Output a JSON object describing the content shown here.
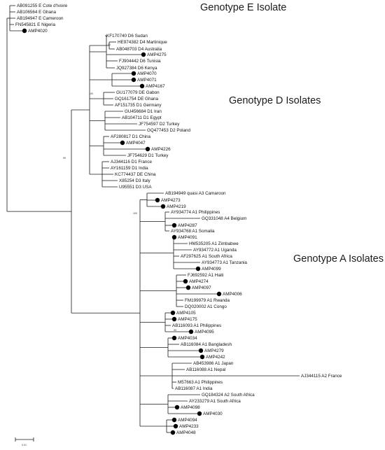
{
  "groups": {
    "genotype_e": "Genotype E Isolate",
    "genotype_d": "Genotype D Isolates",
    "genotype_a": "Genotype A Isolates"
  },
  "scale_label": "0.01",
  "bootstrap": {
    "n1": "90",
    "n2": "100",
    "n3": "99",
    "n4": "100",
    "n5": "99"
  },
  "colors": {
    "line": "#1a1a1a",
    "text": "#111111",
    "marker": "#000000"
  },
  "taxa": [
    {
      "label": "AB091255 E Cote d'Ivoire",
      "marked": false
    },
    {
      "label": "AB106564 E Ghana",
      "marked": false
    },
    {
      "label": "AB194947 E Cameroon",
      "marked": false
    },
    {
      "label": "FN545821 E Nigeria",
      "marked": false
    },
    {
      "label": "AMP4020",
      "marked": true
    },
    {
      "label": "KF170740 D6 Sudan",
      "marked": false
    },
    {
      "label": "HE974382 D4 Martinique",
      "marked": false
    },
    {
      "label": "AB048703 D4 Australia",
      "marked": false
    },
    {
      "label": "AMP4275",
      "marked": true
    },
    {
      "label": "FJ904442 D6 Tunisia",
      "marked": false
    },
    {
      "label": "JQ927384 D6 Kenya",
      "marked": false
    },
    {
      "label": "AMP4070",
      "marked": true
    },
    {
      "label": "AMP4071",
      "marked": true
    },
    {
      "label": "AMP4167",
      "marked": true
    },
    {
      "label": "GU177079 DE Gabon",
      "marked": false
    },
    {
      "label": "GQ161754 DE Ghana",
      "marked": false
    },
    {
      "label": "AF151735 D1 Germany",
      "marked": false
    },
    {
      "label": "GU456684 D1 Iran",
      "marked": false
    },
    {
      "label": "AB104711 D1 Egypt",
      "marked": false
    },
    {
      "label": "JF754597 D2 Turkey",
      "marked": false
    },
    {
      "label": "GQ477453 D2 Poland",
      "marked": false
    },
    {
      "label": "AF280817 D1 China",
      "marked": false
    },
    {
      "label": "AMP4047",
      "marked": true
    },
    {
      "label": "AMP4226",
      "marked": true
    },
    {
      "label": "JF754629 D1 Turkey",
      "marked": false
    },
    {
      "label": "AJ344116 D1 France",
      "marked": false
    },
    {
      "label": "AY161159 D1 India",
      "marked": false
    },
    {
      "label": "KC774437 DE China",
      "marked": false
    },
    {
      "label": "X85254 D3 Italy",
      "marked": false
    },
    {
      "label": "U95551 D3 USA",
      "marked": false
    },
    {
      "label": "AB194949 quasi A3 Camaroon",
      "marked": false
    },
    {
      "label": "AMP4273",
      "marked": true
    },
    {
      "label": "AMP4219",
      "marked": true
    },
    {
      "label": "AY934774 A1 Philippines",
      "marked": false
    },
    {
      "label": "GQ331048 A4 Belgium",
      "marked": false
    },
    {
      "label": "AMP4287",
      "marked": true
    },
    {
      "label": "AY934768 A1 Somalia",
      "marked": false
    },
    {
      "label": "AMP4091",
      "marked": true
    },
    {
      "label": "HM535205 A1 Zimbabwe",
      "marked": false
    },
    {
      "label": "AY934772 A1 Uganda",
      "marked": false
    },
    {
      "label": "AF297625 A1 South Africa",
      "marked": false
    },
    {
      "label": "AY934773 A1 Tanzania",
      "marked": false
    },
    {
      "label": "AMP4099",
      "marked": true
    },
    {
      "label": "FJ692592 A1 Haiti",
      "marked": false
    },
    {
      "label": "AMP4274",
      "marked": true
    },
    {
      "label": "AMP4097",
      "marked": true
    },
    {
      "label": "AMP4006",
      "marked": true
    },
    {
      "label": "FM199979 A1 Rwanda",
      "marked": false
    },
    {
      "label": "DQ020002 A1 Congo",
      "marked": false
    },
    {
      "label": "AMP4105",
      "marked": true
    },
    {
      "label": "AMP4175",
      "marked": true
    },
    {
      "label": "AB116093 A1 Philippines",
      "marked": false
    },
    {
      "label": "AMP4095",
      "marked": true
    },
    {
      "label": "AMP4034",
      "marked": true
    },
    {
      "label": "AB116084 A1 Bangladesh",
      "marked": false
    },
    {
      "label": "AMP4279",
      "marked": true
    },
    {
      "label": "AMP4242",
      "marked": true
    },
    {
      "label": "AB453986 A1 Japan",
      "marked": false
    },
    {
      "label": "AB116088 A1 Nepal",
      "marked": false
    },
    {
      "label": "AJ344115 A2 France",
      "marked": false
    },
    {
      "label": "M57663 A1 Philippines",
      "marked": false
    },
    {
      "label": "AB116087 A1 India",
      "marked": false
    },
    {
      "label": "GQ184324 A2 South Africa",
      "marked": false
    },
    {
      "label": "AY233279 A1 South Africa",
      "marked": false
    },
    {
      "label": "AMP4098",
      "marked": true
    },
    {
      "label": "AMP4030",
      "marked": true
    },
    {
      "label": "AMP4094",
      "marked": true
    },
    {
      "label": "AMP4233",
      "marked": true
    },
    {
      "label": "AMP4048",
      "marked": true
    }
  ]
}
